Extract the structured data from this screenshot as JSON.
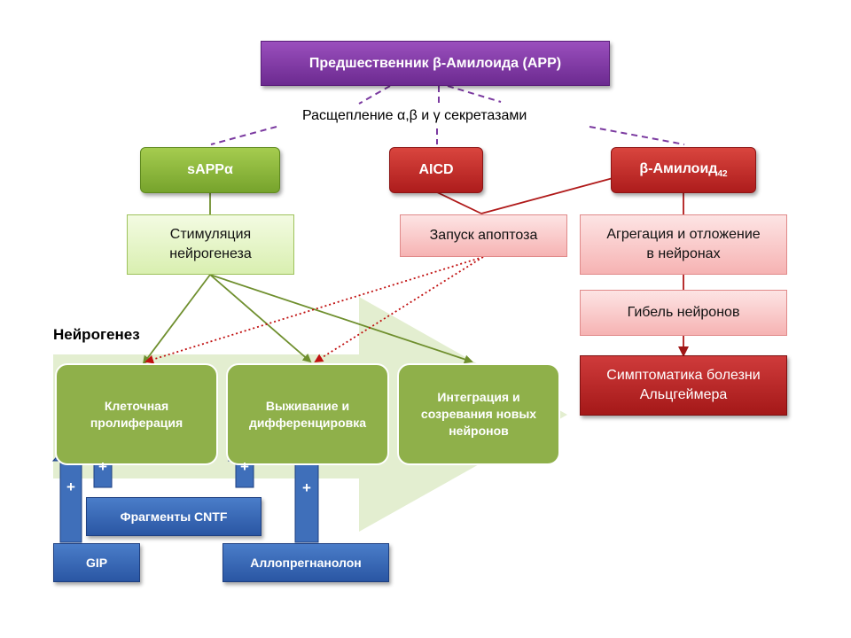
{
  "app": {
    "title": "Предшественник β-Амилоида (APP)",
    "cleavage": "Расщепление α,β и γ секретазами",
    "sappa": "sAPPα",
    "aicd": "AICD",
    "amyloid_main": "β-Амилоид",
    "amyloid_sub": "42",
    "stim_line1": "Стимуляция",
    "stim_line2": "нейрогенеза",
    "apoptosis": "Запуск апоптоза",
    "aggregation_line1": "Агрегация и отложение",
    "aggregation_line2": "в нейронах",
    "death": "Гибель нейронов",
    "symptoms_line1": "Симптоматика болезни",
    "symptoms_line2": "Альцгеймера",
    "neurogenesis_label": "Нейрогенез",
    "stage1_line1": "Клеточная",
    "stage1_line2": "пролиферация",
    "stage2_line1": "Выживание и",
    "stage2_line2": "дифференцировка",
    "stage3_line1": "Интеграция и",
    "stage3_line2": "созревания новых",
    "stage3_line3": "нейронов",
    "cntf": "Фрагменты CNTF",
    "gip": "GIP",
    "allo": "Аллопрегнанолон",
    "plus": "+"
  },
  "colors": {
    "app_box": "#7b3aa0",
    "green_box": "#8bb63a",
    "red_box": "#c0282a",
    "stage_box": "#8fb04a",
    "blue_box": "#3565b3",
    "arrow_green": "#6f8f2e",
    "arrow_red_dotted": "#c01010",
    "dashed_purple": "#7b3aa0"
  }
}
